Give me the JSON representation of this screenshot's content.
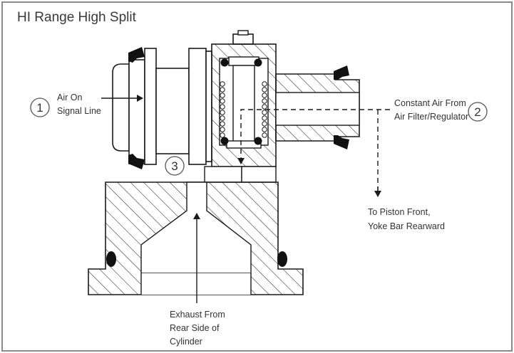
{
  "title": "HI Range High Split",
  "labels": {
    "air_on_signal": [
      "Air On",
      "Signal Line"
    ],
    "constant_air": [
      "Constant Air From",
      "Air Filter/Regulator"
    ],
    "piston_front": [
      "To Piston Front,",
      "Yoke Bar Rearward"
    ],
    "exhaust": [
      "Exhaust From",
      "Rear Side of",
      "Cylinder"
    ]
  },
  "callouts": {
    "one": "1",
    "two": "2",
    "three": "3"
  },
  "colors": {
    "border": "#8a8a8a",
    "line": "#1a1a1a",
    "hatch": "#2a2a2a",
    "text": "#333333"
  }
}
